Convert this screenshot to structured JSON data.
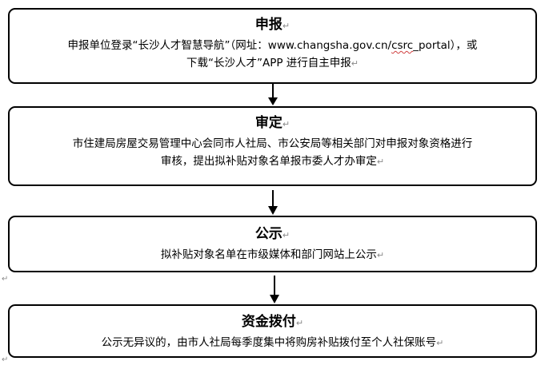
{
  "steps": [
    {
      "title": "申报",
      "body_line1_pre": "申报单位登录“长沙人才智慧导航”（网址：www.changsha.gov.cn/",
      "body_line1_url": "csrc",
      "body_line1_post": "_portal），或",
      "body_line2": "下载“长沙人才”APP 进行自主申报"
    },
    {
      "title": "审定",
      "body_line1": "市住建局房屋交易管理中心会同市人社局、市公安局等相关部门对申报对象资格进行",
      "body_line2": "审核，提出拟补贴对象名单报市委人才办审定"
    },
    {
      "title": "公示",
      "body_line1": "拟补贴对象名单在市级媒体和部门网站上公示"
    },
    {
      "title": "资金拨付",
      "body_line1": "公示无异议的，由市人社局每季度集中将购房补贴拨付至个人社保账号"
    }
  ],
  "paragraph_mark": "↵"
}
